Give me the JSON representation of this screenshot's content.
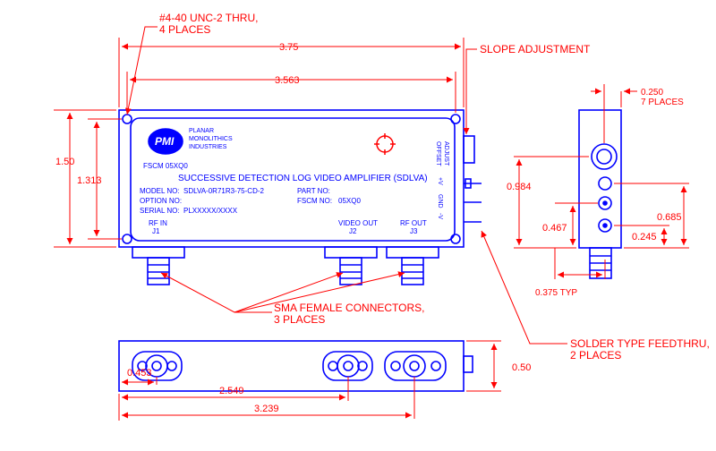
{
  "drawing": {
    "colors": {
      "outline": "#0000ff",
      "dimension": "#ff0000",
      "label_text": "#0000ff",
      "background": "#ffffff"
    },
    "callouts": {
      "mounting_holes": [
        "#4-40 UNC-2 THRU,",
        "4 PLACES"
      ],
      "slope": "SLOPE ADJUSTMENT",
      "connectors": [
        "SMA FEMALE CONNECTORS,",
        "3 PLACES"
      ],
      "feedthru": [
        "SOLDER TYPE FEEDTHRU,",
        "2 PLACES"
      ]
    },
    "dimensions": {
      "overall_length": "3.75",
      "hole_spacing_x": "3.563",
      "overall_height": "1.50",
      "hole_spacing_y": "1.313",
      "side_width": "0.250",
      "side_places": "7 PLACES",
      "side_slope_height": "0.984",
      "side_plus_height": "0.685",
      "side_gnd_height": "0.467",
      "side_minus_height": "0.245",
      "side_typ": "0.375 TYP",
      "bottom_thickness": "0.50",
      "j1_offset": "0.453",
      "j2_offset": "2.549",
      "j3_offset": "3.239"
    },
    "label": {
      "logo": "PMI",
      "company": [
        "PLANAR",
        "MONOLITHICS",
        "INDUSTRIES"
      ],
      "fscm_logo": "FSCM 05XQ0",
      "title": "SUCCESSIVE DETECTION LOG VIDEO AMPLIFIER (SDLVA)",
      "model_label": "MODEL NO:",
      "model_value": "SDLVA-0R71R3-75-CD-2",
      "option_label": "OPTION NO:",
      "serial_label": "SERIAL NO:",
      "serial_value": "PLXXXXX/XXXX",
      "part_label": "PART NO:",
      "fscm_label": "FSCM NO:",
      "fscm_value": "05XQ0"
    },
    "ports": {
      "rf_in": "RF IN",
      "j1": "J1",
      "video_out": "VIDEO OUT",
      "j2": "J2",
      "rf_out": "RF OUT",
      "j3": "J3"
    },
    "side_labels": {
      "offset": "OFFSET",
      "adjust": "ADJUST",
      "plus": "+V",
      "gnd": "GND",
      "minus": "-V"
    }
  }
}
